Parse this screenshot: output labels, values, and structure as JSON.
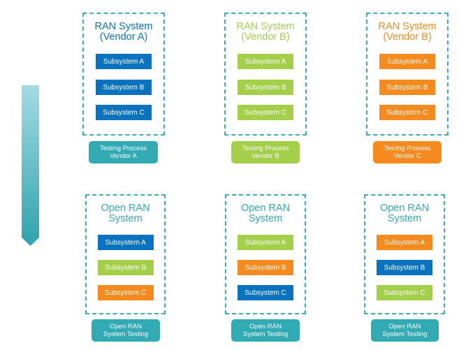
{
  "colors": {
    "blue": "#0b72bf",
    "green": "#a3cf4b",
    "orange": "#f58a1f",
    "teal": "#31aab4",
    "border": "#3aaeb8"
  },
  "top_row": [
    {
      "title": "RAN System\n(Vendor A)",
      "title_color": "#0b72bf",
      "subsystems": [
        {
          "label": "Subsystem A",
          "color": "blue"
        },
        {
          "label": "Subsystem B",
          "color": "blue"
        },
        {
          "label": "Subsystem C",
          "color": "blue"
        }
      ],
      "process_label": "Testing Process\nVendor A",
      "process_color": "teal"
    },
    {
      "title": "RAN System\n(Vendor B)",
      "title_color": "#a3cf4b",
      "subsystems": [
        {
          "label": "Subsystem A",
          "color": "green"
        },
        {
          "label": "Subsystem B",
          "color": "green"
        },
        {
          "label": "Subsystem C",
          "color": "green"
        }
      ],
      "process_label": "Testing Process\nVendor B",
      "process_color": "green"
    },
    {
      "title": "RAN System\n(Vendor B)",
      "title_color": "#f58a1f",
      "subsystems": [
        {
          "label": "Subsystem A",
          "color": "orange"
        },
        {
          "label": "Subsystem B",
          "color": "orange"
        },
        {
          "label": "Subsystem C",
          "color": "orange"
        }
      ],
      "process_label": "Testing Process\nVendor C",
      "process_color": "orange"
    }
  ],
  "bottom_row": [
    {
      "title": "Open RAN\nSystem",
      "title_color": "#31aab4",
      "subsystems": [
        {
          "label": "Subsystem A",
          "color": "blue"
        },
        {
          "label": "Subsystem B",
          "color": "green"
        },
        {
          "label": "Subsystem C",
          "color": "orange"
        }
      ],
      "process_label": "Open RAN\nSystem Testing",
      "process_color": "teal"
    },
    {
      "title": "Open RAN\nSystem",
      "title_color": "#31aab4",
      "subsystems": [
        {
          "label": "Subsystem A",
          "color": "green"
        },
        {
          "label": "Subsystem B",
          "color": "orange"
        },
        {
          "label": "Subsystem C",
          "color": "blue"
        }
      ],
      "process_label": "Open RAN\nSystem Testing",
      "process_color": "teal"
    },
    {
      "title": "Open RAN\nSystem",
      "title_color": "#31aab4",
      "subsystems": [
        {
          "label": "Subsystem A",
          "color": "orange"
        },
        {
          "label": "Subsystem B",
          "color": "blue"
        },
        {
          "label": "Subsystem C",
          "color": "green"
        }
      ],
      "process_label": "Open RAN\nSystem Testing",
      "process_color": "teal"
    }
  ]
}
